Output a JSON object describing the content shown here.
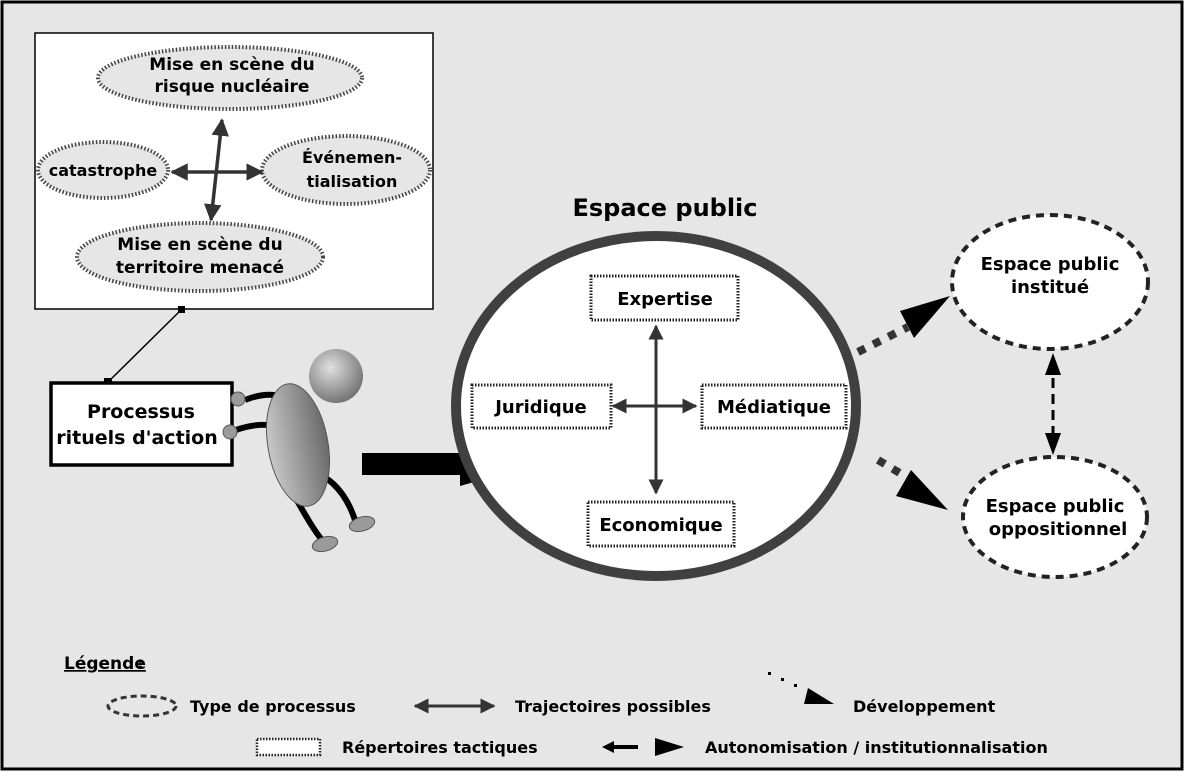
{
  "inset": {
    "top": [
      "Mise en scène du",
      "risque nucléaire"
    ],
    "left": "catastrophe",
    "right": [
      "Événemen-",
      "tialisation"
    ],
    "bottom": [
      "Mise en scène du",
      "territoire menacé"
    ]
  },
  "actor_box": [
    "Processus",
    "rituels d'action"
  ],
  "public_space": {
    "title": "Espace public",
    "top": "Expertise",
    "left": "Juridique",
    "right": "Médiatique",
    "bottom": "Economique"
  },
  "outcomes": {
    "institue": [
      "Espace public",
      "institué"
    ],
    "oppositionnel": [
      "Espace public",
      "oppositionnel"
    ]
  },
  "legend": {
    "title": "Légende",
    "colon": ":",
    "type_processus": "Type de processus",
    "trajectoires": "Trajectoires possibles",
    "developpement": "Développement",
    "repertoires": "Répertoires tactiques",
    "autonomisation": "Autonomisation / institutionnalisation"
  },
  "colors": {
    "background": "#e6e6e6",
    "figure": "#9a9a9a"
  }
}
